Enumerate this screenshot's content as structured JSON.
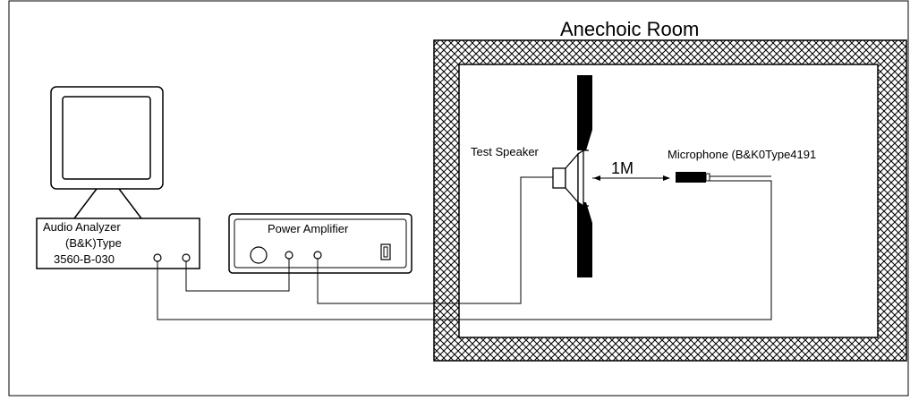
{
  "room": {
    "title": "Anechoic Room"
  },
  "analyzer": {
    "line1": "Audio Analyzer",
    "line2": "(B&K)Type",
    "line3": "3560-B-030"
  },
  "amplifier": {
    "label": "Power Amplifier"
  },
  "speaker": {
    "label": "Test Speaker"
  },
  "distance": {
    "label": "1M"
  },
  "microphone": {
    "label": "Microphone (B&K0Type4191"
  }
}
